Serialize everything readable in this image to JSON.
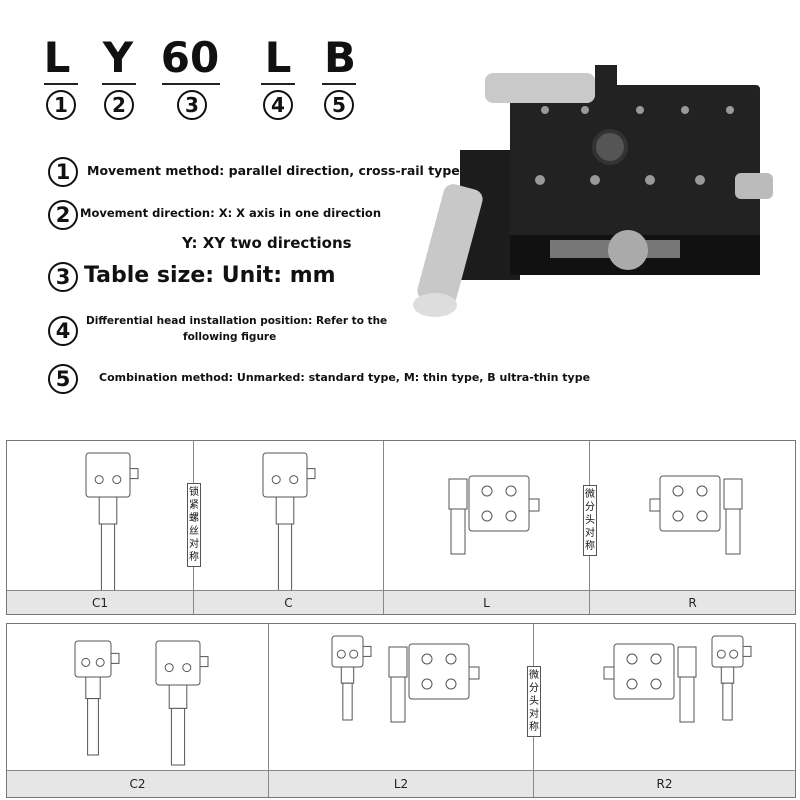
{
  "model_code": {
    "parts": [
      "L",
      "Y",
      "60",
      "L",
      "B"
    ],
    "indices": [
      "1",
      "2",
      "3",
      "4",
      "5"
    ]
  },
  "descriptions": [
    {
      "index": "1",
      "text": "Movement method: parallel direction, cross-rail type"
    },
    {
      "index": "2",
      "text": "Movement direction: X: X axis in one direction",
      "text2": "Y: XY two directions"
    },
    {
      "index": "3",
      "text": "Table size: Unit: mm"
    },
    {
      "index": "4",
      "text": "Differential head installation position: Refer to the",
      "text2": "following figure"
    },
    {
      "index": "5",
      "text": "Combination method: Unmarked: standard type, M: thin type, B ultra-thin type"
    }
  ],
  "row1": {
    "labels": [
      "C1",
      "C",
      "L",
      "R"
    ],
    "symmetry": [
      "锁紧螺丝对称",
      "微分头对称"
    ]
  },
  "row2": {
    "labels": [
      "C2",
      "L2",
      "R2"
    ],
    "symmetry": [
      "微分头对称"
    ]
  },
  "colors": {
    "label_bar": "#e6e6e6",
    "stage_body": "#1c1c1c"
  }
}
